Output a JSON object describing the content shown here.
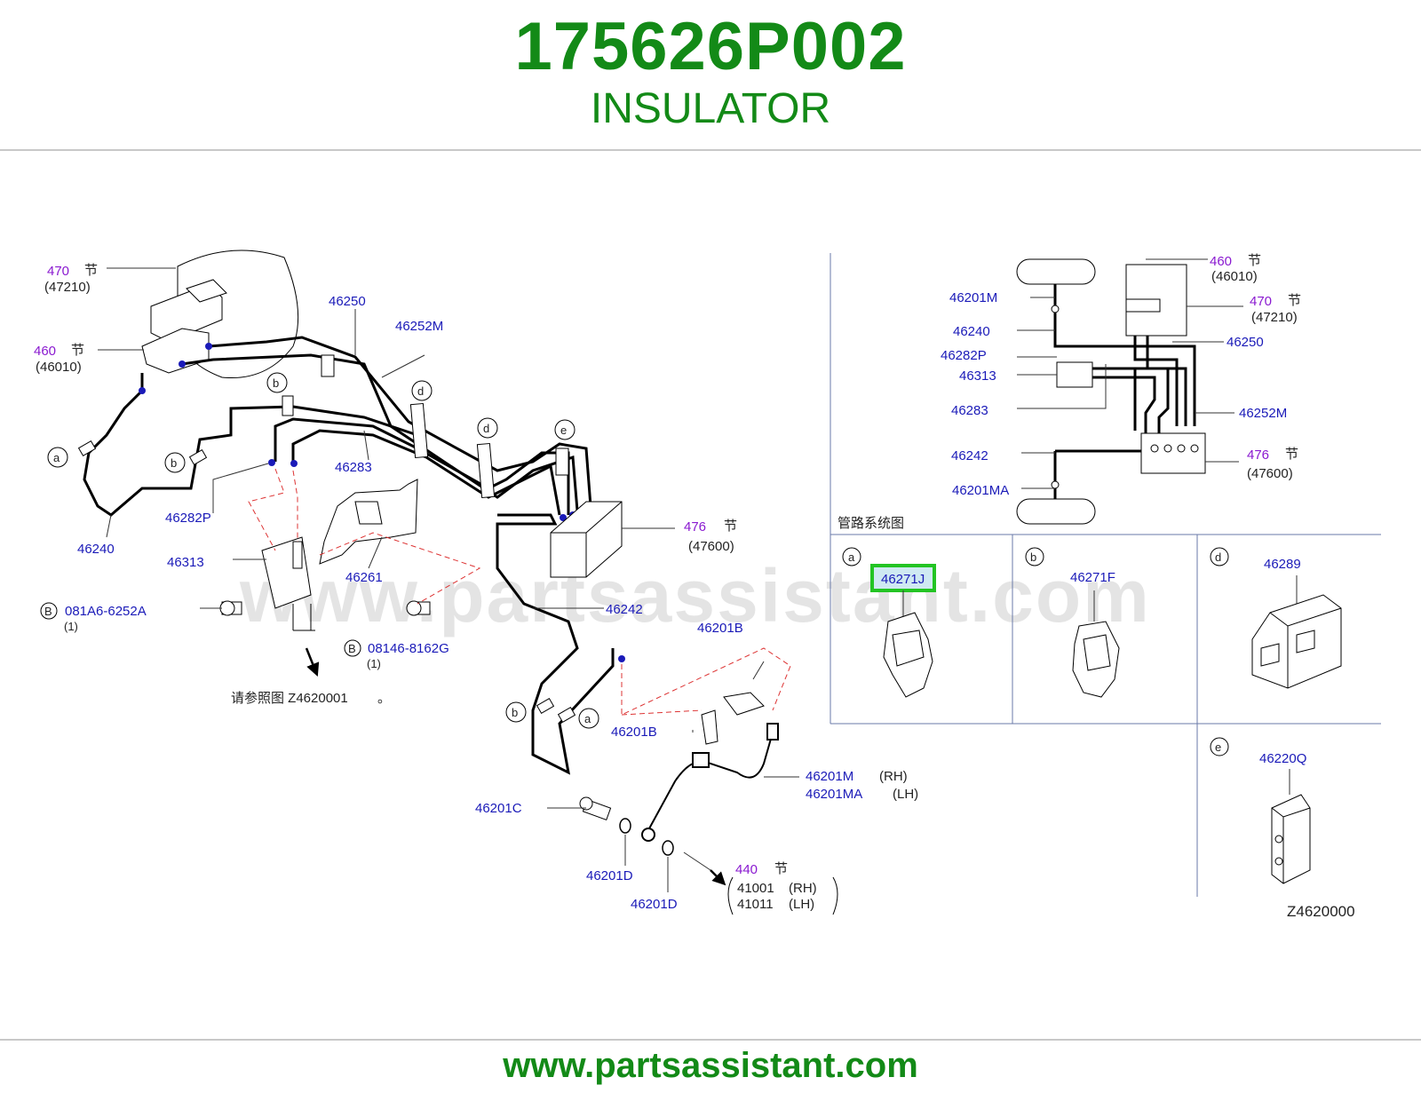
{
  "header": {
    "part_number": "175626P002",
    "part_name": "INSULATOR"
  },
  "footer": {
    "url": "www.partsassistant.com"
  },
  "watermark": "www.partsassistant.com",
  "colors": {
    "brand_green": "#138a17",
    "part_blue": "#1a1ab8",
    "ref_purple": "#8a1ad0",
    "highlight": "#23c423"
  },
  "diagram": {
    "main": {
      "ref_470": {
        "num": "470",
        "kanji": "节",
        "sub": "(47210)"
      },
      "ref_460": {
        "num": "460",
        "kanji": "节",
        "sub": "(46010)"
      },
      "ref_476": {
        "num": "476",
        "kanji": "节",
        "sub": "(47600)"
      },
      "ref_440": {
        "num": "440",
        "kanji": "节",
        "line1": "41001",
        "line1_side": "(RH)",
        "line2": "41011",
        "line2_side": "(LH)"
      },
      "parts": {
        "p46250": "46250",
        "p46252M": "46252M",
        "p46283": "46283",
        "p46282P": "46282P",
        "p46240": "46240",
        "p46313": "46313",
        "p46261": "46261",
        "p46242": "46242",
        "p46201B_top": "46201B",
        "p46201B_bot": "46201B",
        "p46201M": "46201M",
        "p46201M_side": "(RH)",
        "p46201MA": "46201MA",
        "p46201MA_side": "(LH)",
        "p46201C": "46201C",
        "p46201D_a": "46201D",
        "p46201D_b": "46201D"
      },
      "bolt_a": {
        "circle": "B",
        "part": "081A6-6252A",
        "qty": "(1)"
      },
      "bolt_b": {
        "circle": "B",
        "part": "08146-8162G",
        "qty": "(1)"
      },
      "see_ref": {
        "text": "请参照图 Z4620001",
        "mark": "。"
      },
      "letters": [
        "a",
        "b",
        "b",
        "d",
        "d",
        "e",
        "b",
        "a"
      ]
    },
    "schematic": {
      "title": "管路系统图",
      "labels": {
        "s46201M": "46201M",
        "s46240": "46240",
        "s46282P": "46282P",
        "s46313": "46313",
        "s46283": "46283",
        "s46242": "46242",
        "s46201MA": "46201MA",
        "s46250": "46250",
        "s46252M": "46252M"
      },
      "ref_460": {
        "num": "460",
        "kanji": "节",
        "sub": "(46010)"
      },
      "ref_470": {
        "num": "470",
        "kanji": "节",
        "sub": "(47210)"
      },
      "ref_476": {
        "num": "476",
        "kanji": "节",
        "sub": "(47600)"
      }
    },
    "details": {
      "a": {
        "letter": "a",
        "part": "46271J"
      },
      "b": {
        "letter": "b",
        "part": "46271F"
      },
      "d": {
        "letter": "d",
        "part": "46289"
      },
      "e": {
        "letter": "e",
        "part": "46220Q"
      }
    },
    "figure_code": "Z4620000"
  }
}
